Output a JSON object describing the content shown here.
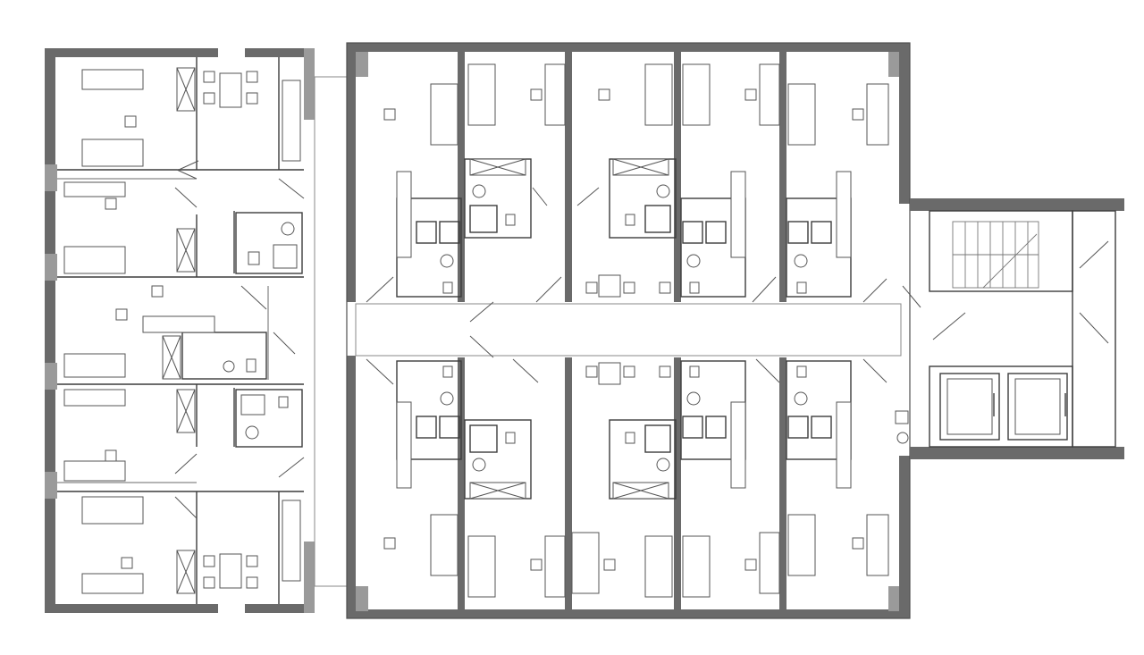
{
  "drawing": {
    "kind": "architectural-floor-plan",
    "colors": {
      "background": "#ffffff",
      "wall": "#6a6a6a",
      "line": "#3c3c3c"
    },
    "wings": [
      {
        "id": "west-wing",
        "rooms": 5
      },
      {
        "id": "center-north",
        "rooms": 5
      },
      {
        "id": "center-south",
        "rooms": 5
      },
      {
        "id": "east-core",
        "elements": [
          "stair",
          "elevator",
          "elevator"
        ]
      }
    ]
  }
}
